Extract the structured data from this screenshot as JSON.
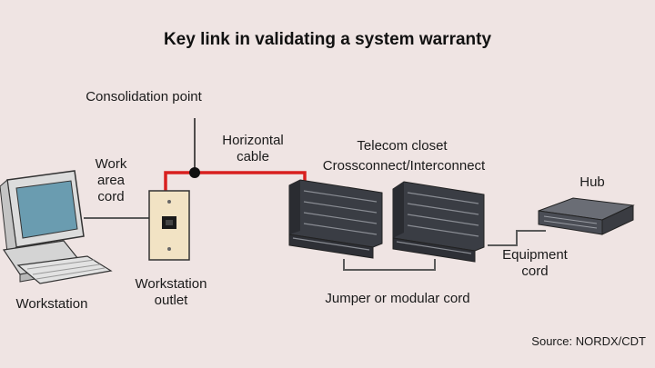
{
  "title": "Key link in validating a system warranty",
  "labels": {
    "consolidation_point": "Consolidation point",
    "horizontal_cable": [
      "Horizontal",
      "cable"
    ],
    "telecom_closet": "Telecom closet",
    "crossconnect": "Crossconnect/Interconnect",
    "work_area_cord": [
      "Work",
      "area",
      "cord"
    ],
    "hub": "Hub",
    "equipment_cord": [
      "Equipment",
      "cord"
    ],
    "workstation": "Workstation",
    "workstation_outlet": [
      "Workstation",
      "outlet"
    ],
    "jumper": "Jumper or modular cord",
    "source": "Source: NORDX/CDT"
  },
  "colors": {
    "background": "#efe4e3",
    "horizontal_cable": "#d8201f",
    "cord": "#5a5a5a",
    "panel": "#3a3d44",
    "hub": "#4a4d55"
  },
  "icons": [
    "workstation-computer-icon",
    "wall-outlet-icon",
    "patch-panel-icon",
    "hub-icon"
  ]
}
